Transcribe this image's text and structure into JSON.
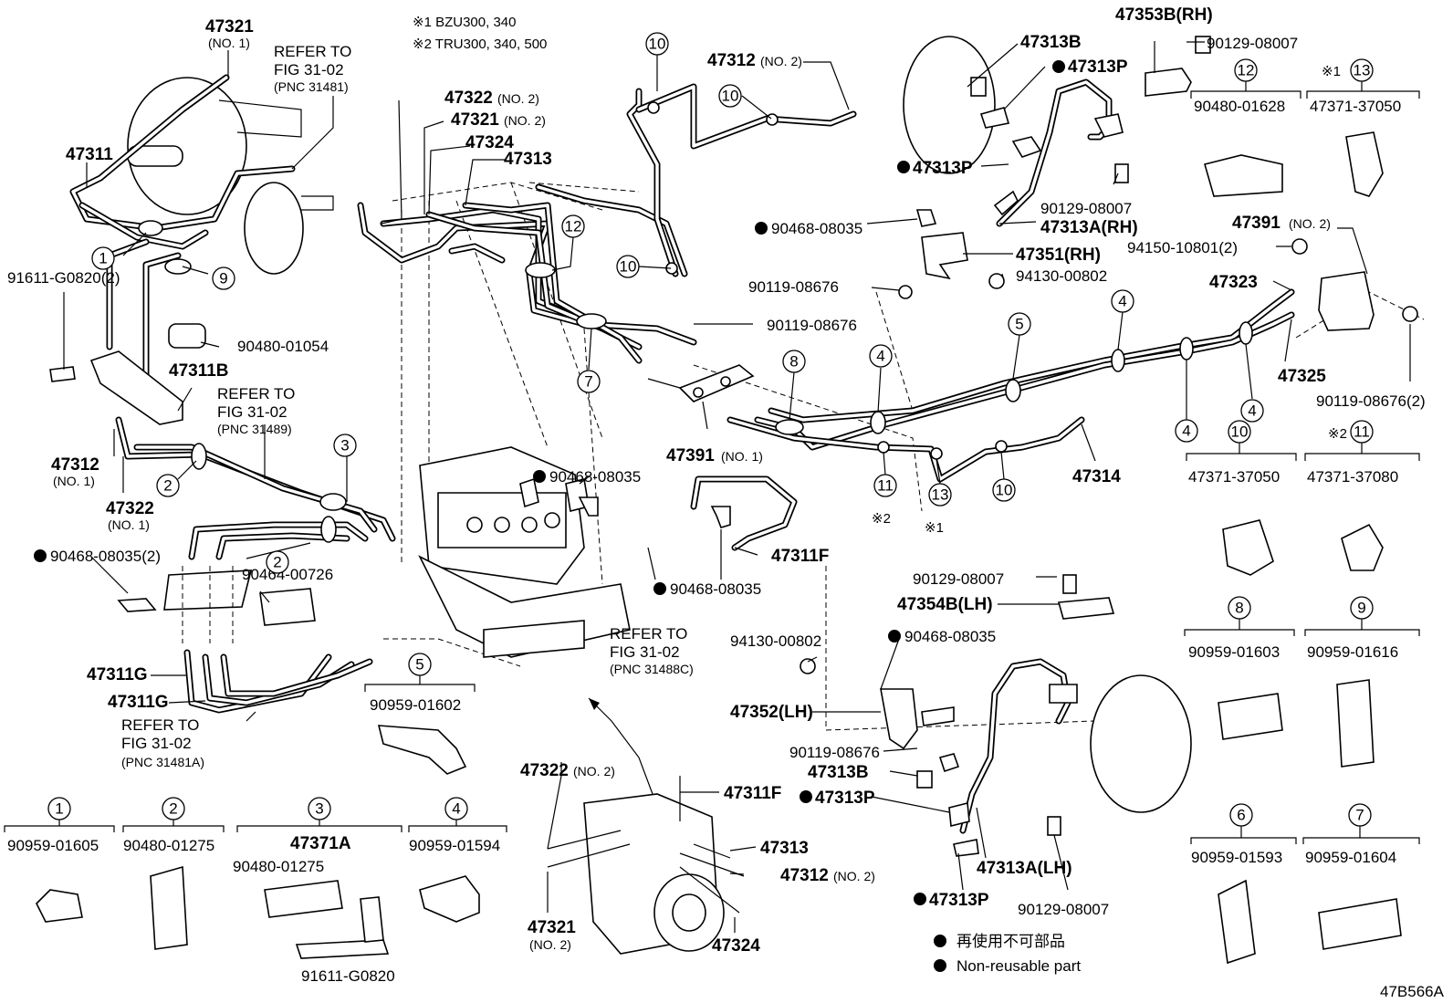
{
  "notes": {
    "note1": "※1  BZU300, 340",
    "note2": "※2  TRU300, 340, 500"
  },
  "legend": {
    "jp": "再使用不可部品",
    "en": "Non-reusable part"
  },
  "figure_code": "47B566A",
  "refer": {
    "r1a": "REFER TO",
    "r1b": "FIG 31-02",
    "r1c": "(PNC 31481)",
    "r2a": "REFER TO",
    "r2b": "FIG 31-02",
    "r2c": "(PNC 31489)",
    "r3a": "REFER TO",
    "r3b": "FIG 31-02",
    "r3c": "(PNC 31481A)",
    "r4a": "REFER TO",
    "r4b": "FIG 31-02",
    "r4c": "(PNC 31488C)"
  },
  "parts": {
    "p47321a": "47321",
    "p47321a_s": "(NO. 1)",
    "p47311": "47311",
    "p91611a": "91611-G0820(2)",
    "p90480_01054": "90480-01054",
    "p47311b": "47311B",
    "p47312a": "47312",
    "p47312a_s": "(NO. 1)",
    "p47322a": "47322",
    "p47322a_s": "(NO. 1)",
    "p90468a": "90468-08035(2)",
    "p90464": "90464-00726",
    "p47311g1": "47311G",
    "p47311g2": "47311G",
    "p47322b": "47322",
    "p47322b_s": "(NO. 2)",
    "p47321b": "47321",
    "p47321b_s": "(NO. 2)",
    "p47324a": "47324",
    "p47313a": "47313",
    "p47312b": "47312",
    "p47312b_s": "(NO. 2)",
    "p47313b_rh": "47313B",
    "p47313p1": "47313P",
    "p47313p2": "47313P",
    "p47353b": "47353B(RH)",
    "p90129a": "90129-08007",
    "p90129b": "90129-08007",
    "p47313a_rh": "47313A(RH)",
    "p90468b": "90468-08035",
    "p47351": "47351(RH)",
    "p90119a": "90119-08676",
    "p94130a": "94130-00802",
    "p90119b": "90119-08676",
    "p47391b": "47391",
    "p47391b_s": "(NO. 2)",
    "p94150": "94150-10801(2)",
    "p47323": "47323",
    "p47325": "47325",
    "p90119c": "90119-08676(2)",
    "p47391a": "47391",
    "p47391a_s": "(NO. 1)",
    "p47314": "47314",
    "p90468c": "90468-08035",
    "p47311f1": "47311F",
    "p90468d": "90468-08035",
    "p90129c": "90129-08007",
    "p47354b": "47354B(LH)",
    "p94130b": "94130-00802",
    "p90468e": "90468-08035",
    "p47352": "47352(LH)",
    "p90119d": "90119-08676",
    "p47313b_lh": "47313B",
    "p47313p3": "47313P",
    "p47313p4": "47313P",
    "p47313a_lh": "47313A(LH)",
    "p90129d": "90129-08007",
    "p47322c": "47322",
    "p47322c_s": "(NO. 2)",
    "p47311f2": "47311F",
    "p47313c": "47313",
    "p47312c": "47312",
    "p47312c_s": "(NO. 2)",
    "p47321c": "47321",
    "p47321c_s": "(NO. 2)",
    "p47324b": "47324",
    "p90959_01602": "90959-01602",
    "note_mark1": "※1",
    "note_mark2": "※2"
  },
  "callouts": {
    "c1": "1",
    "c2": "2",
    "c3": "3",
    "c4": "4",
    "c5": "5",
    "c6": "6",
    "c7": "7",
    "c8": "8",
    "c9": "9",
    "c10": "10",
    "c11": "11",
    "c12": "12",
    "c13": "13"
  },
  "clamp_table": {
    "t1": {
      "num": "1",
      "part": "90959-01605"
    },
    "t2": {
      "num": "2",
      "part": "90480-01275"
    },
    "t3": {
      "num": "3",
      "part": "47371A",
      "sub1": "90480-01275",
      "sub2": "91611-G0820"
    },
    "t4": {
      "num": "4",
      "part": "90959-01594"
    },
    "t5": {
      "num": "5",
      "part": "90959-01602"
    },
    "t6": {
      "num": "6",
      "part": "90959-01593"
    },
    "t7": {
      "num": "7",
      "part": "90959-01604"
    },
    "t8": {
      "num": "8",
      "part": "90959-01603"
    },
    "t9": {
      "num": "9",
      "part": "90959-01616"
    },
    "t10": {
      "num": "10",
      "part": "47371-37050"
    },
    "t11": {
      "num": "11",
      "mark": "※2",
      "part": "47371-37080"
    },
    "t12": {
      "num": "12",
      "part": "90480-01628"
    },
    "t13": {
      "num": "13",
      "mark": "※1",
      "part": "47371-37050"
    }
  }
}
